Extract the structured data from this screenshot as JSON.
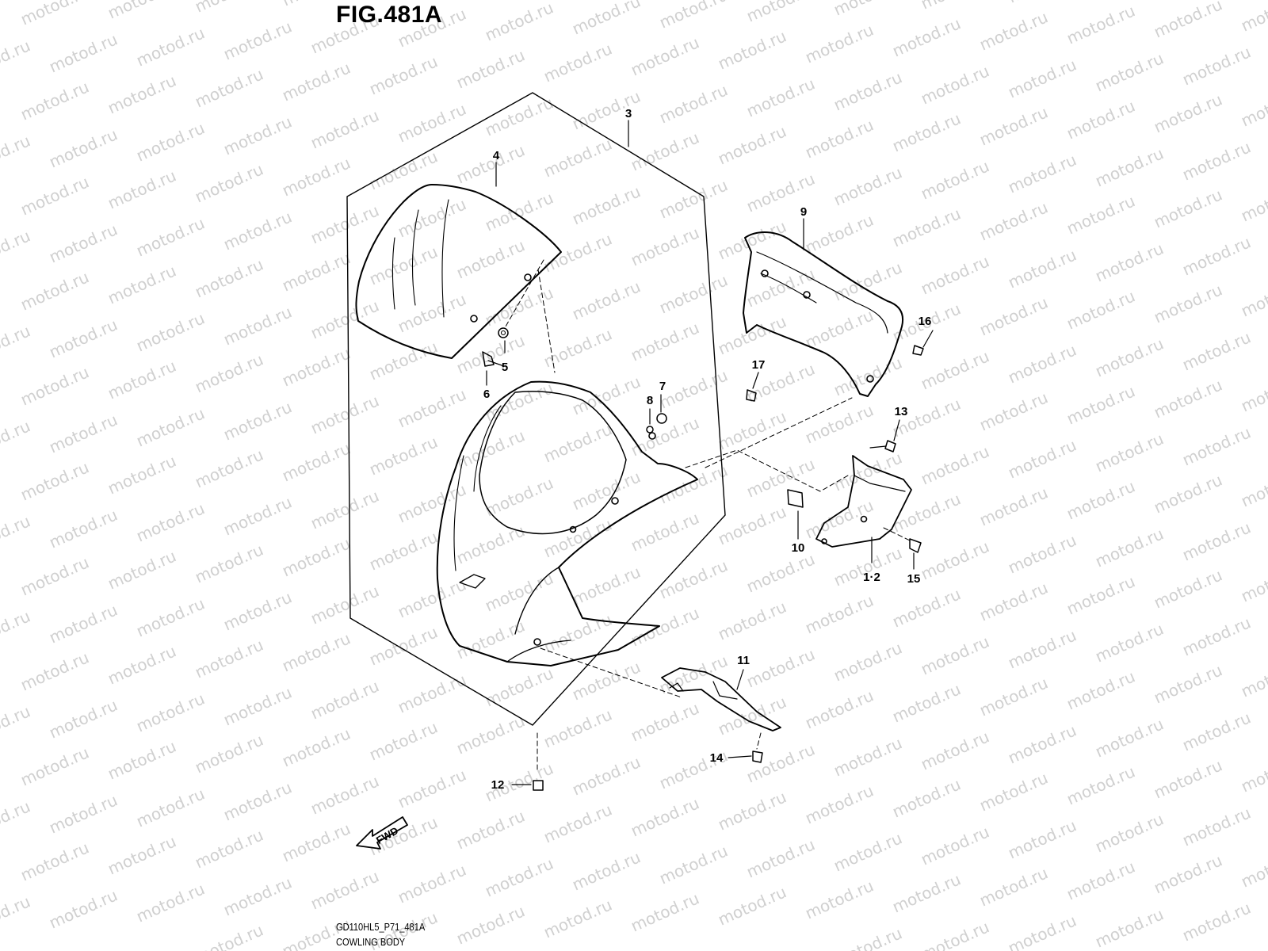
{
  "figure": {
    "title": "FIG.481A",
    "code": "GD110HL5_P71_481A",
    "name": "COWLING BODY"
  },
  "watermark": {
    "text": "motod.ru",
    "color": "#d0d0d0"
  },
  "fwd_arrow": {
    "label": "FWD",
    "icon": "fwd-arrow-icon"
  },
  "callouts": [
    {
      "id": "c1-2",
      "label": "1·2"
    },
    {
      "id": "c3",
      "label": "3"
    },
    {
      "id": "c4",
      "label": "4"
    },
    {
      "id": "c5",
      "label": "5"
    },
    {
      "id": "c6",
      "label": "6"
    },
    {
      "id": "c7",
      "label": "7"
    },
    {
      "id": "c8",
      "label": "8"
    },
    {
      "id": "c9",
      "label": "9"
    },
    {
      "id": "c10",
      "label": "10"
    },
    {
      "id": "c11",
      "label": "11"
    },
    {
      "id": "c12",
      "label": "12"
    },
    {
      "id": "c13",
      "label": "13"
    },
    {
      "id": "c14",
      "label": "14"
    },
    {
      "id": "c15",
      "label": "15"
    },
    {
      "id": "c16",
      "label": "16"
    },
    {
      "id": "c17",
      "label": "17"
    }
  ]
}
